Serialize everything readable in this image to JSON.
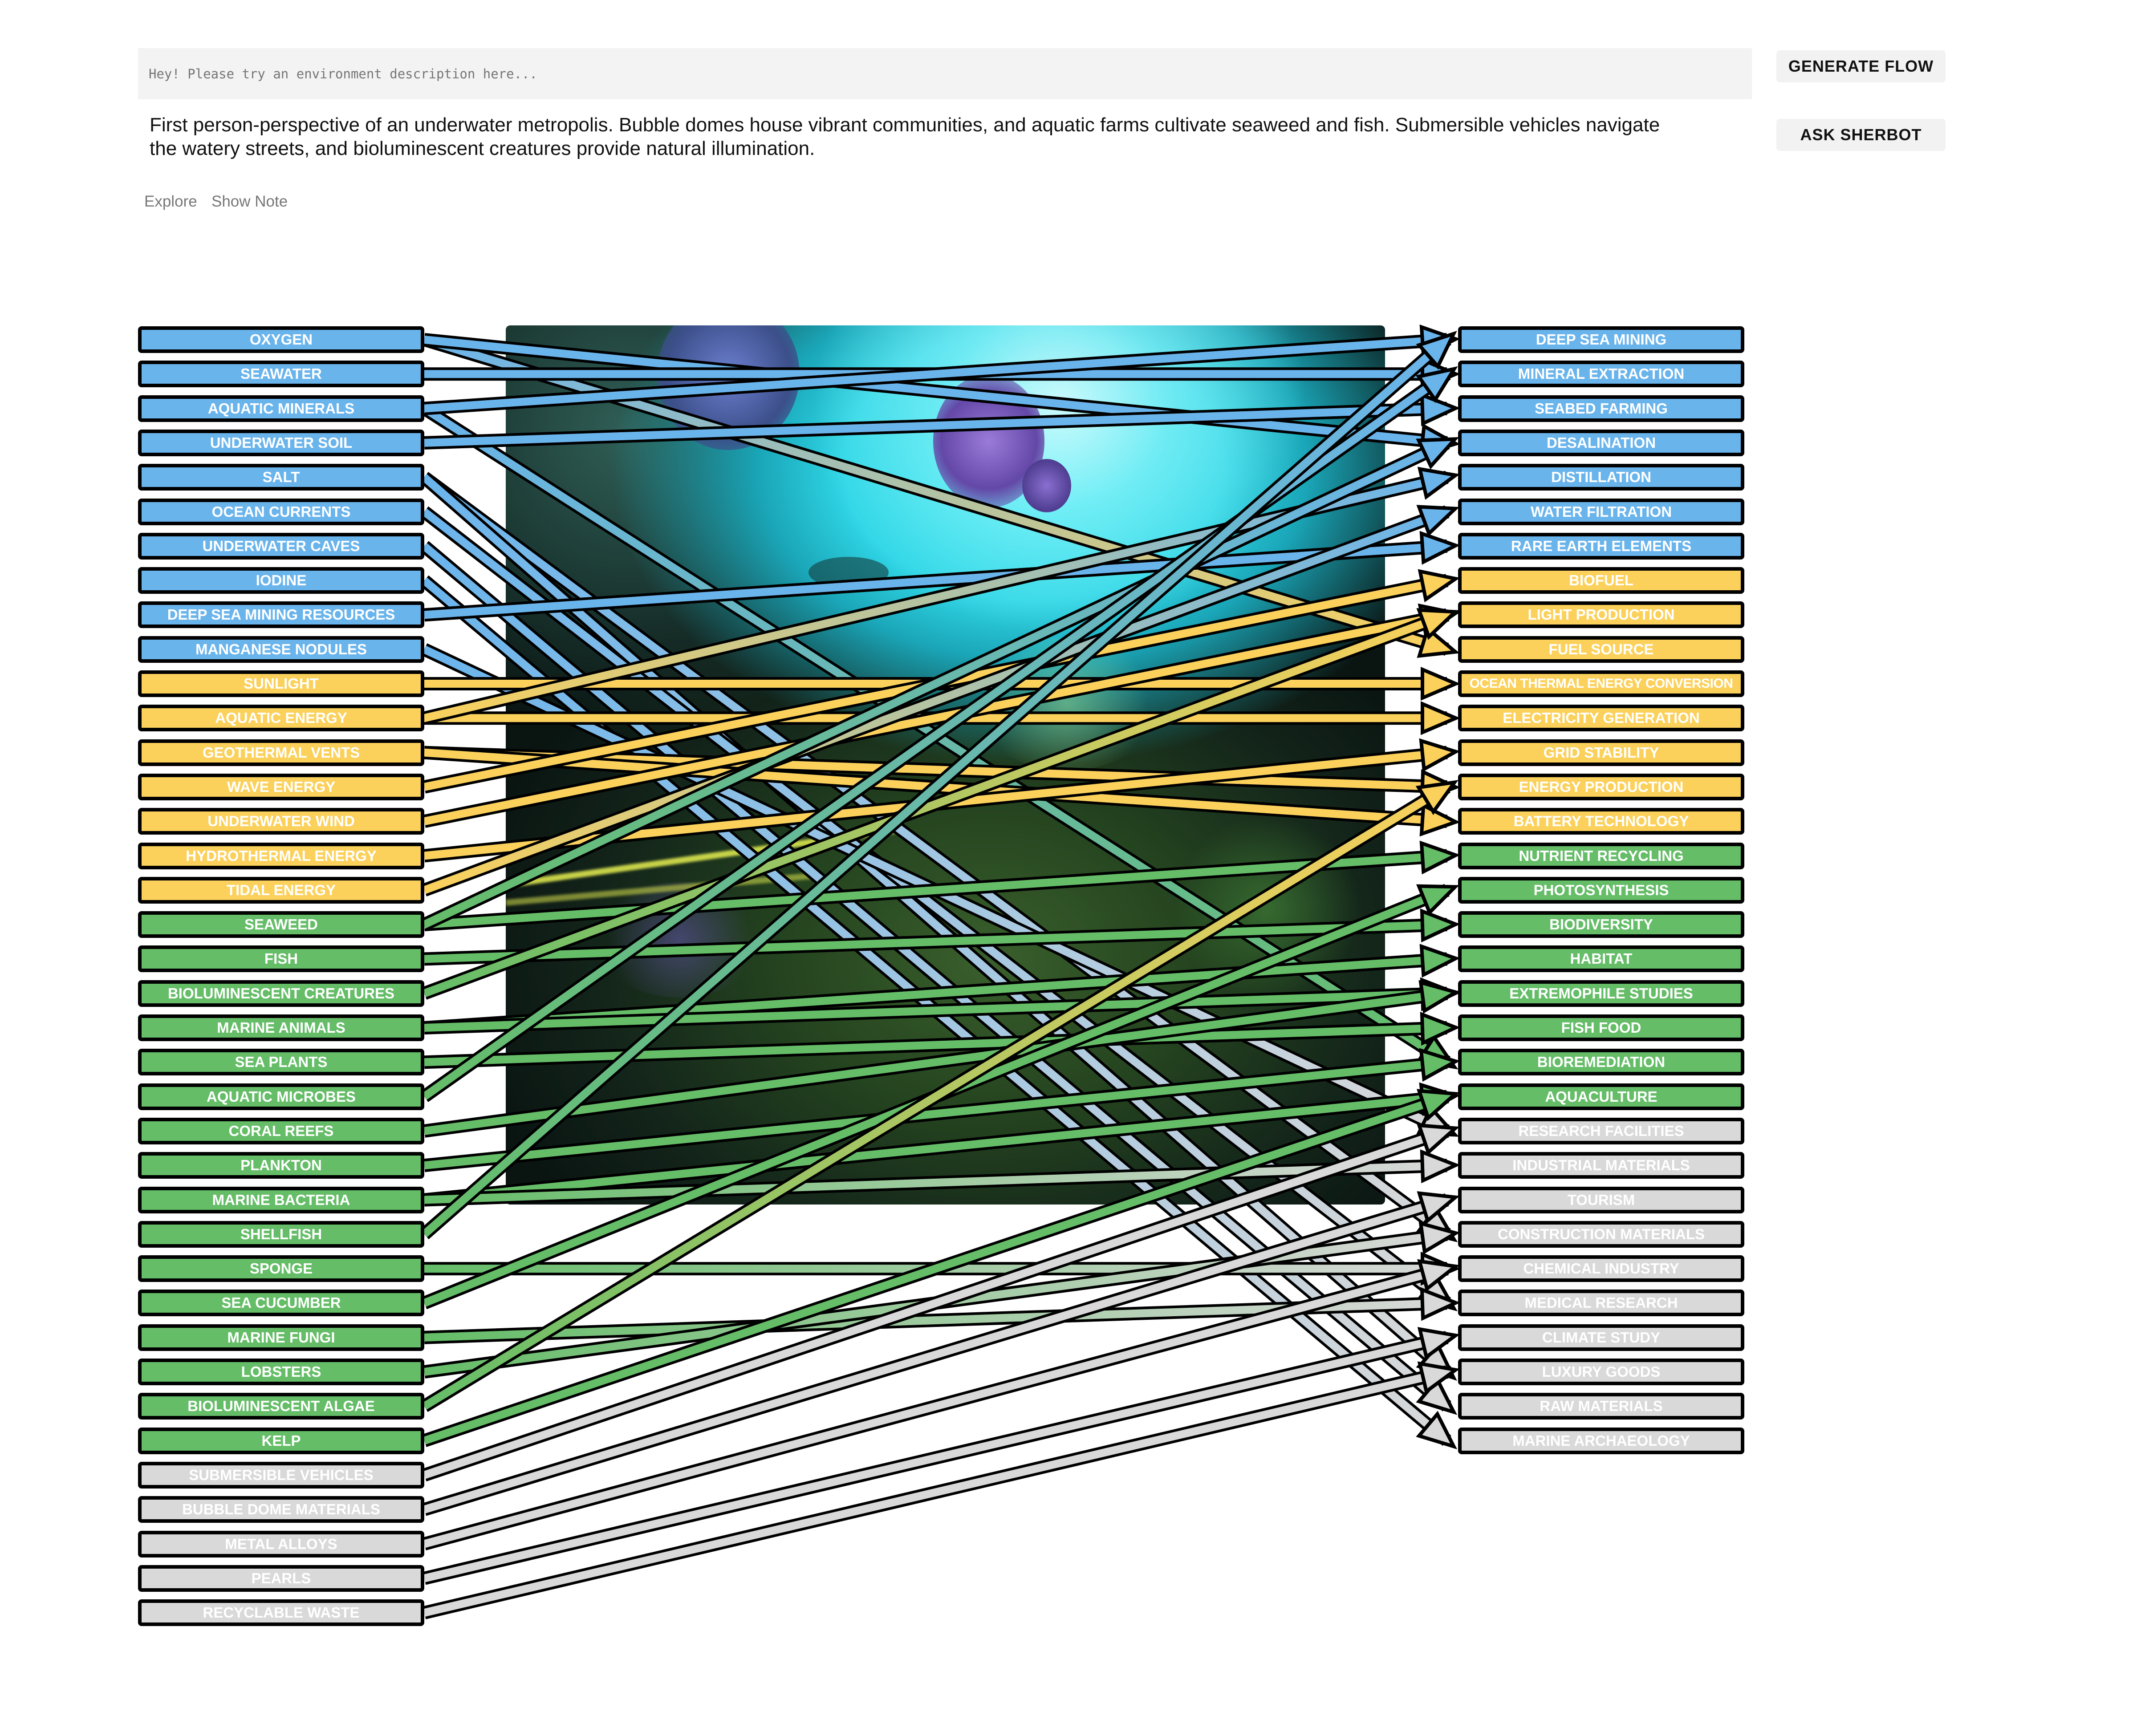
{
  "input": {
    "placeholder": "Hey! Please try an environment description here..."
  },
  "description": "First person-perspective of an underwater metropolis. Bubble domes house vibrant communities, and aquatic farms cultivate seaweed and fish. Submersible vehicles navigate the watery streets, and bioluminescent creatures provide natural illumination.",
  "buttons": {
    "generate": "GENERATE FLOW",
    "sherbot": "ASK SHERBOT"
  },
  "links": {
    "explore": "Explore",
    "show_note": "Show Note"
  },
  "category_colors": {
    "resource": "#6ab4ec",
    "energy": "#fbd15c",
    "ecology": "#65bd68",
    "human": "#d9d9d9"
  },
  "sources": [
    {
      "label": "OXYGEN",
      "cat": "resource"
    },
    {
      "label": "SEAWATER",
      "cat": "resource"
    },
    {
      "label": "AQUATIC MINERALS",
      "cat": "resource"
    },
    {
      "label": "UNDERWATER SOIL",
      "cat": "resource"
    },
    {
      "label": "SALT",
      "cat": "resource"
    },
    {
      "label": "OCEAN CURRENTS",
      "cat": "resource"
    },
    {
      "label": "UNDERWATER CAVES",
      "cat": "resource"
    },
    {
      "label": "IODINE",
      "cat": "resource"
    },
    {
      "label": "DEEP SEA MINING RESOURCES",
      "cat": "resource"
    },
    {
      "label": "MANGANESE NODULES",
      "cat": "resource"
    },
    {
      "label": "SUNLIGHT",
      "cat": "energy"
    },
    {
      "label": "AQUATIC ENERGY",
      "cat": "energy"
    },
    {
      "label": "GEOTHERMAL VENTS",
      "cat": "energy"
    },
    {
      "label": "WAVE ENERGY",
      "cat": "energy"
    },
    {
      "label": "UNDERWATER WIND",
      "cat": "energy"
    },
    {
      "label": "HYDROTHERMAL ENERGY",
      "cat": "energy"
    },
    {
      "label": "TIDAL ENERGY",
      "cat": "energy"
    },
    {
      "label": "SEAWEED",
      "cat": "ecology"
    },
    {
      "label": "FISH",
      "cat": "ecology"
    },
    {
      "label": "BIOLUMINESCENT CREATURES",
      "cat": "ecology"
    },
    {
      "label": "MARINE ANIMALS",
      "cat": "ecology"
    },
    {
      "label": "SEA PLANTS",
      "cat": "ecology"
    },
    {
      "label": "AQUATIC MICROBES",
      "cat": "ecology"
    },
    {
      "label": "CORAL REEFS",
      "cat": "ecology"
    },
    {
      "label": "PLANKTON",
      "cat": "ecology"
    },
    {
      "label": "MARINE BACTERIA",
      "cat": "ecology"
    },
    {
      "label": "SHELLFISH",
      "cat": "ecology"
    },
    {
      "label": "SPONGE",
      "cat": "ecology"
    },
    {
      "label": "SEA CUCUMBER",
      "cat": "ecology"
    },
    {
      "label": "MARINE FUNGI",
      "cat": "ecology"
    },
    {
      "label": "LOBSTERS",
      "cat": "ecology"
    },
    {
      "label": "BIOLUMINESCENT ALGAE",
      "cat": "ecology"
    },
    {
      "label": "KELP",
      "cat": "ecology"
    },
    {
      "label": "SUBMERSIBLE VEHICLES",
      "cat": "human"
    },
    {
      "label": "BUBBLE DOME MATERIALS",
      "cat": "human"
    },
    {
      "label": "METAL ALLOYS",
      "cat": "human"
    },
    {
      "label": "PEARLS",
      "cat": "human"
    },
    {
      "label": "RECYCLABLE WASTE",
      "cat": "human"
    }
  ],
  "targets": [
    {
      "label": "DEEP SEA MINING",
      "cat": "resource"
    },
    {
      "label": "MINERAL EXTRACTION",
      "cat": "resource"
    },
    {
      "label": "SEABED FARMING",
      "cat": "resource"
    },
    {
      "label": "DESALINATION",
      "cat": "resource"
    },
    {
      "label": "DISTILLATION",
      "cat": "resource"
    },
    {
      "label": "WATER FILTRATION",
      "cat": "resource"
    },
    {
      "label": "RARE EARTH ELEMENTS",
      "cat": "resource"
    },
    {
      "label": "BIOFUEL",
      "cat": "energy"
    },
    {
      "label": "LIGHT PRODUCTION",
      "cat": "energy"
    },
    {
      "label": "FUEL SOURCE",
      "cat": "energy"
    },
    {
      "label": "OCEAN THERMAL ENERGY CONVERSION",
      "cat": "energy"
    },
    {
      "label": "ELECTRICITY GENERATION",
      "cat": "energy"
    },
    {
      "label": "GRID STABILITY",
      "cat": "energy"
    },
    {
      "label": "ENERGY PRODUCTION",
      "cat": "energy"
    },
    {
      "label": "BATTERY TECHNOLOGY",
      "cat": "energy"
    },
    {
      "label": "NUTRIENT RECYCLING",
      "cat": "ecology"
    },
    {
      "label": "PHOTOSYNTHESIS",
      "cat": "ecology"
    },
    {
      "label": "BIODIVERSITY",
      "cat": "ecology"
    },
    {
      "label": "HABITAT",
      "cat": "ecology"
    },
    {
      "label": "EXTREMOPHILE STUDIES",
      "cat": "ecology"
    },
    {
      "label": "FISH FOOD",
      "cat": "ecology"
    },
    {
      "label": "BIOREMEDIATION",
      "cat": "ecology"
    },
    {
      "label": "AQUACULTURE",
      "cat": "ecology"
    },
    {
      "label": "RESEARCH FACILITIES",
      "cat": "human"
    },
    {
      "label": "INDUSTRIAL MATERIALS",
      "cat": "human"
    },
    {
      "label": "TOURISM",
      "cat": "human"
    },
    {
      "label": "CONSTRUCTION MATERIALS",
      "cat": "human"
    },
    {
      "label": "CHEMICAL INDUSTRY",
      "cat": "human"
    },
    {
      "label": "MEDICAL RESEARCH",
      "cat": "human"
    },
    {
      "label": "CLIMATE STUDY",
      "cat": "human"
    },
    {
      "label": "LUXURY GOODS",
      "cat": "human"
    },
    {
      "label": "RAW MATERIALS",
      "cat": "human"
    },
    {
      "label": "MARINE ARCHAEOLOGY",
      "cat": "human"
    }
  ],
  "links_flow": [
    [
      0,
      9
    ],
    [
      0,
      3
    ],
    [
      1,
      1
    ],
    [
      2,
      21
    ],
    [
      2,
      0
    ],
    [
      3,
      2
    ],
    [
      4,
      26
    ],
    [
      4,
      30
    ],
    [
      5,
      28
    ],
    [
      6,
      31
    ],
    [
      7,
      32
    ],
    [
      8,
      6
    ],
    [
      9,
      23
    ],
    [
      10,
      10
    ],
    [
      11,
      11
    ],
    [
      11,
      4
    ],
    [
      12,
      13
    ],
    [
      12,
      14
    ],
    [
      13,
      7
    ],
    [
      14,
      8
    ],
    [
      15,
      12
    ],
    [
      16,
      5
    ],
    [
      17,
      15
    ],
    [
      17,
      3
    ],
    [
      18,
      17
    ],
    [
      19,
      8
    ],
    [
      20,
      18
    ],
    [
      20,
      19
    ],
    [
      21,
      20
    ],
    [
      22,
      1
    ],
    [
      23,
      19
    ],
    [
      24,
      21
    ],
    [
      25,
      22
    ],
    [
      25,
      24
    ],
    [
      26,
      0
    ],
    [
      27,
      27
    ],
    [
      28,
      16
    ],
    [
      29,
      28
    ],
    [
      30,
      26
    ],
    [
      31,
      13
    ],
    [
      32,
      22
    ],
    [
      33,
      23
    ],
    [
      34,
      25
    ],
    [
      35,
      27
    ],
    [
      36,
      29
    ],
    [
      37,
      30
    ]
  ]
}
